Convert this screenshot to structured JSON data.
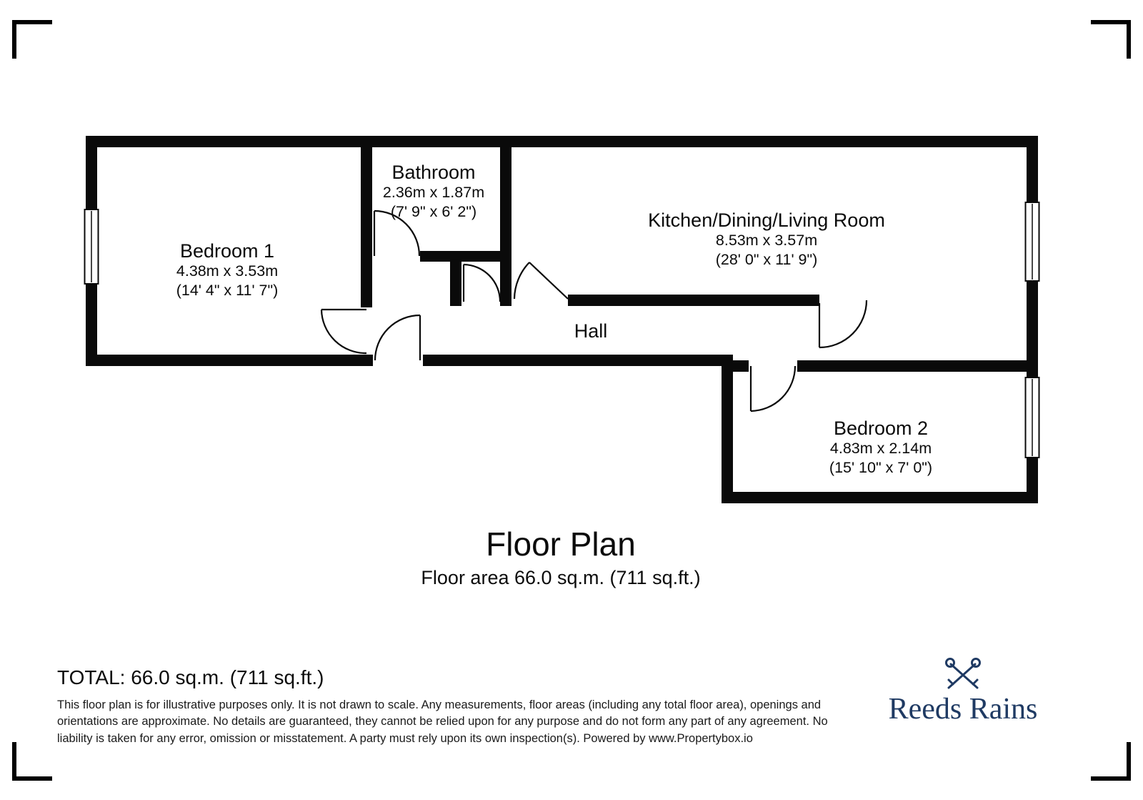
{
  "floorplan": {
    "title": "Floor Plan",
    "subtitle": "Floor area 66.0 sq.m. (711 sq.ft.)",
    "rooms": [
      {
        "name": "Bedroom 1",
        "dims_m": "4.38m x 3.53m",
        "dims_ft": "(14' 4\" x 11' 7\")"
      },
      {
        "name": "Bathroom",
        "dims_m": "2.36m x 1.87m",
        "dims_ft": "(7' 9\" x 6' 2\")"
      },
      {
        "name": "Kitchen/Dining/Living Room",
        "dims_m": "8.53m x 3.57m",
        "dims_ft": "(28' 0\" x 11' 9\")"
      },
      {
        "name": "Hall"
      },
      {
        "name": "Bedroom 2",
        "dims_m": "4.83m x 2.14m",
        "dims_ft": "(15' 10\" x 7' 0\")"
      }
    ],
    "wall_color": "#0a0a0a"
  },
  "footer": {
    "total": "TOTAL: 66.0 sq.m. (711 sq.ft.)",
    "disclaimer": "This floor plan is for illustrative purposes only. It is not drawn to scale. Any measurements, floor areas (including any total floor area), openings and orientations are approximate. No details are guaranteed, they cannot be relied upon for any purpose and do not form any part of any agreement. No liability is taken for any error, omission or misstatement. A party must rely upon its own inspection(s). Powered by www.Propertybox.io",
    "brand": "Reeds Rains",
    "brand_color": "#1f3a63",
    "keys_icon": "crossed-keys-icon"
  }
}
